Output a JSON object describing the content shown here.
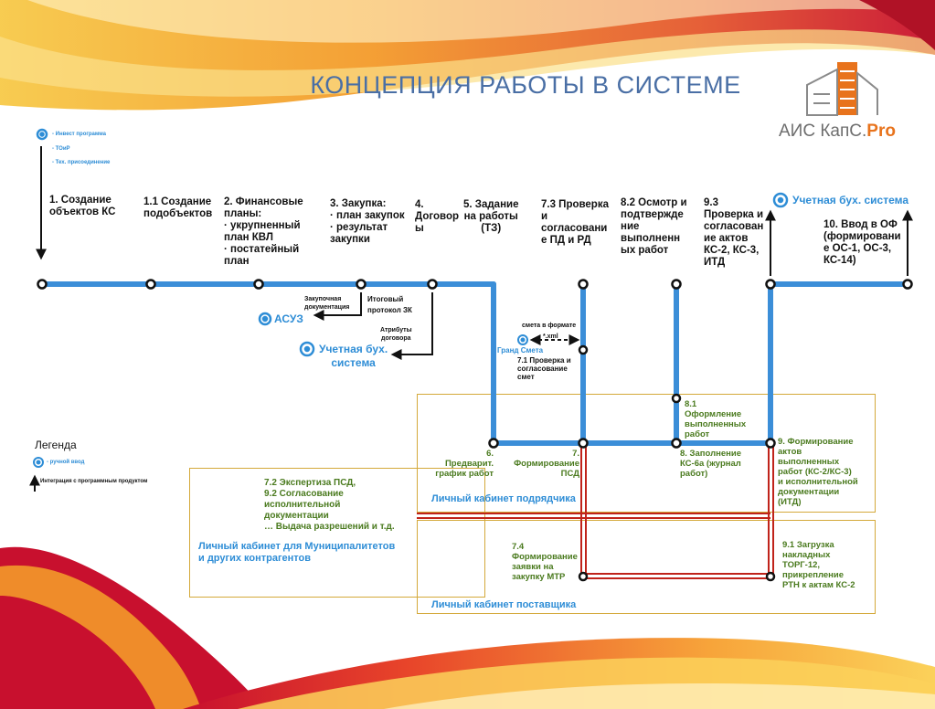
{
  "title": "КОНЦЕПЦИЯ РАБОТЫ В СИСТЕМЕ",
  "logo": {
    "text": "АИС КапС.",
    "accent": "Pro"
  },
  "top_legend": [
    "- Инвест программа",
    "- ТОиР",
    "- Тех. присоединение"
  ],
  "steps": {
    "s1": "1. Создание\nобъектов КС",
    "s11": "1.1  Создание\nподобъектов",
    "s2": "2. Финансовые\nпланы:\n· укрупненный\nплан КВЛ\n· постатейный\nплан",
    "s3": "3. Закупка:\n· план закупок\n· результат\nзакупки",
    "s4": "4.\nДоговор\nы",
    "s5": "5. Задание\nна работы\n(ТЗ)",
    "s73": "7.3 Проверка\nи\nсогласовани\nе ПД и РД",
    "s82": "8.2 Осмотр и\nподтвержде\nние\nвыполненн\nых работ",
    "s93": "9.3\nПроверка и\nсогласован\nие актов\nКС-2, КС-3,\nИТД",
    "s10": "10. Ввод в ОФ\n(формировани\nе ОС-1, ОС-3,\nКС-14)"
  },
  "systems": {
    "accounting_top": "Учетная бух. система",
    "asuz": "АСУЗ",
    "accounting_left": "Учетная бух.\nсистема",
    "grand_smeta": "Гранд Смета"
  },
  "small_labels": {
    "zak_doc": "Закупочная\nдокументация",
    "itog_prot": "Итоговый\nпротокол ЗК",
    "attr_dog": "Атрибуты\nдоговора",
    "smeta_format": "смета в формате",
    "xml": "*.xml",
    "s71": "7.1 Проверка и\nсогласование\nсмет"
  },
  "green": {
    "s81": "8.1\nОформление\nвыполненных\nработ",
    "s6": "6.\nПредварит.\nграфик работ",
    "s7": "7.\nФормирование\nПСД",
    "s8": "8. Заполнение\nКС-6а (журнал\nработ)",
    "s9": "9. Формирование\nактов\nвыполненных\nработ (КС-2/КС-3)\n и исполнительной\nдокументации\n(ИТД)",
    "s72": "7.2 Экспертиза ПСД,\n9.2 Согласование\nисполнительной\nдокументации\n… Выдача разрешений и т.д.",
    "s74": "7.4\nФормирование\nзаявки на\nзакупку МТР",
    "s91": "9.1 Загрузка\nнакладных\nТОРГ-12,\nприкрепление\nРТН к актам КС-2"
  },
  "cabinets": {
    "contractor": "Личный кабинет подрядчика",
    "municipal": "Личный кабинет для Муниципалитетов\nи других контрагентов",
    "supplier": "Личный кабинет поставщика"
  },
  "legend": {
    "title": "Легенда",
    "manual": "- ручной ввод",
    "integration": "Интеграция с программным продуктом"
  },
  "colors": {
    "line": "#3b8ed8",
    "red": "#c0231a",
    "title": "#4a6fa5",
    "green": "#4a7a1e",
    "box": "#d4a93a"
  },
  "icons": [
    "gear-icon",
    "arrow-icon",
    "building-logo-icon"
  ]
}
